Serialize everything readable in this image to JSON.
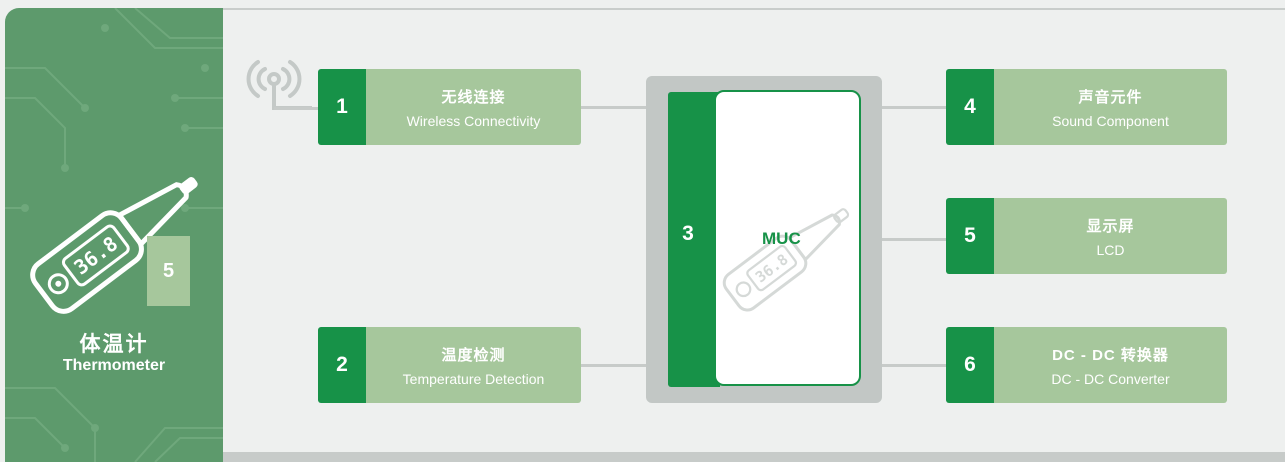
{
  "colors": {
    "accent": "#179248",
    "light_green": "#a6c79c",
    "panel": "#5d9a6c",
    "connector": "#c7cbc9"
  },
  "sidebar": {
    "title_cn": "体温计",
    "title_en": "Thermometer",
    "badge": "5",
    "thermometer_display": "36.8",
    "icon": "thermometer-icon"
  },
  "antenna": {
    "icon": "wifi-antenna-icon"
  },
  "blocks": [
    {
      "num": "1",
      "cn": "无线连接",
      "en": "Wireless Connectivity"
    },
    {
      "num": "2",
      "cn": "温度检测",
      "en": "Temperature Detection"
    },
    {
      "num": "4",
      "cn": "声音元件",
      "en": "Sound Component"
    },
    {
      "num": "5",
      "cn": "显示屏",
      "en": "LCD"
    },
    {
      "num": "6",
      "cn": "DC - DC 转换器",
      "en": "DC - DC Converter"
    }
  ],
  "mcu": {
    "num": "3",
    "label": "MUC",
    "thermometer_display": "36.8"
  }
}
